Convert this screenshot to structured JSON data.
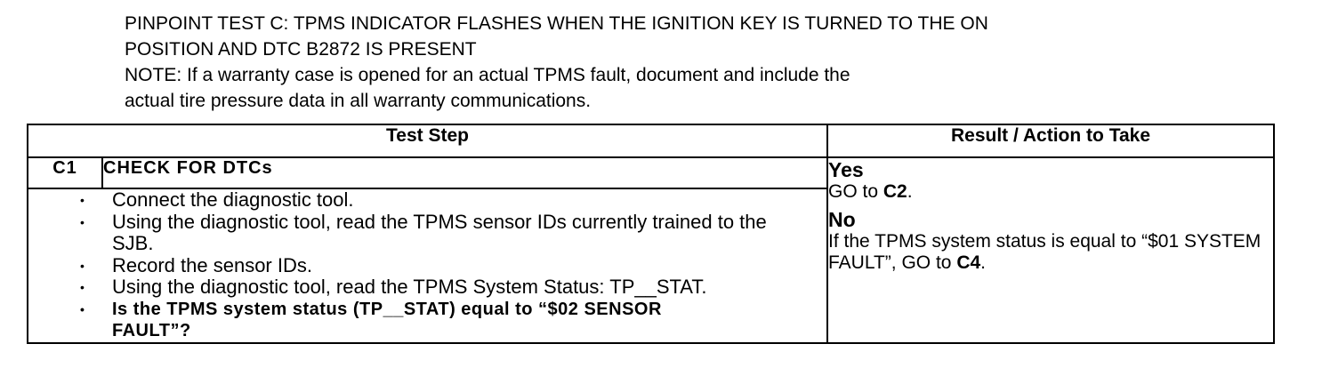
{
  "header": {
    "title_prefix": "PINPOINT TEST C: ",
    "title_line1": "TPMS INDICATOR FLASHES WHEN THE IGNITION KEY IS TURNED TO THE ON",
    "title_line2": "POSITION AND DTC B2872 IS PRESENT",
    "note_line1": "NOTE: If a warranty case is opened for an actual TPMS fault, document and include the",
    "note_line2": "actual tire pressure data in all warranty communications."
  },
  "table": {
    "col_test_step": "Test Step",
    "col_result": "Result / Action to Take",
    "step_id": "C1",
    "step_title": "CHECK FOR DTCs",
    "bullets": [
      "Connect the diagnostic tool.",
      "Using the diagnostic tool, read the TPMS sensor IDs currently trained to the SJB.",
      "Record the sensor IDs.",
      "Using the diagnostic tool, read the TPMS System Status: TP__STAT.",
      "Is the TPMS system status (TP__STAT) equal to “$02 SENSOR FAULT”?"
    ],
    "yes_label": "Yes",
    "yes_action_prefix": "GO to ",
    "yes_action_ref": "C2",
    "yes_action_suffix": ".",
    "no_label": "No",
    "no_action_prefix": "If the TPMS system status is equal to “$01 SYSTEM FAULT”, GO to ",
    "no_action_ref": "C4",
    "no_action_suffix": "."
  }
}
